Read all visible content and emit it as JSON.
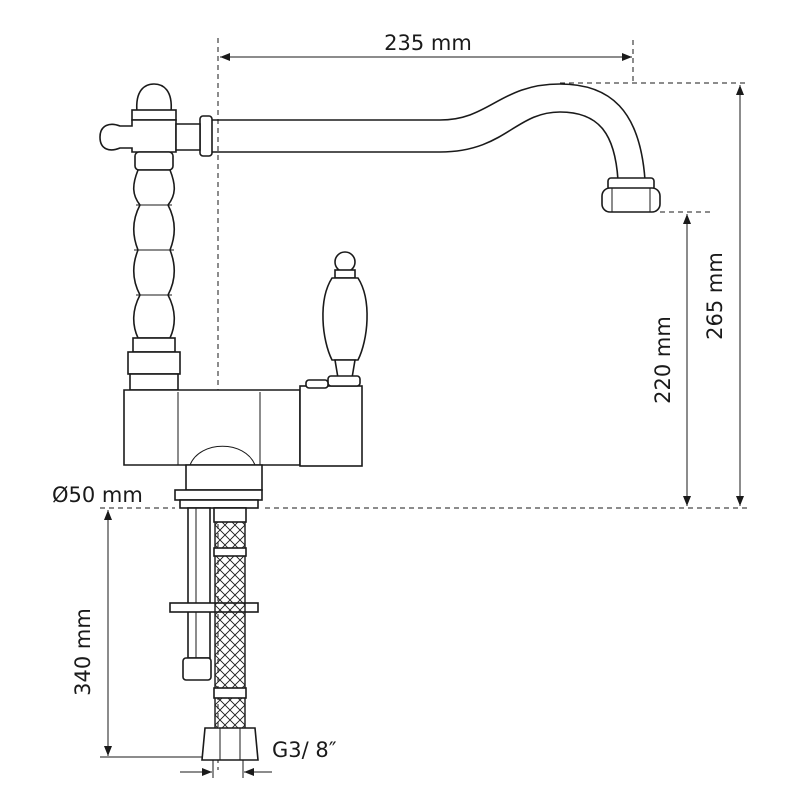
{
  "diagram": {
    "subject": "faucet-technical-drawing",
    "dimensions": {
      "spout_reach": "235 mm",
      "total_height": "265 mm",
      "spout_height": "220 mm",
      "base_diameter": "Ø50 mm",
      "below_counter": "340 mm",
      "connection": "G3/ 8″"
    }
  }
}
